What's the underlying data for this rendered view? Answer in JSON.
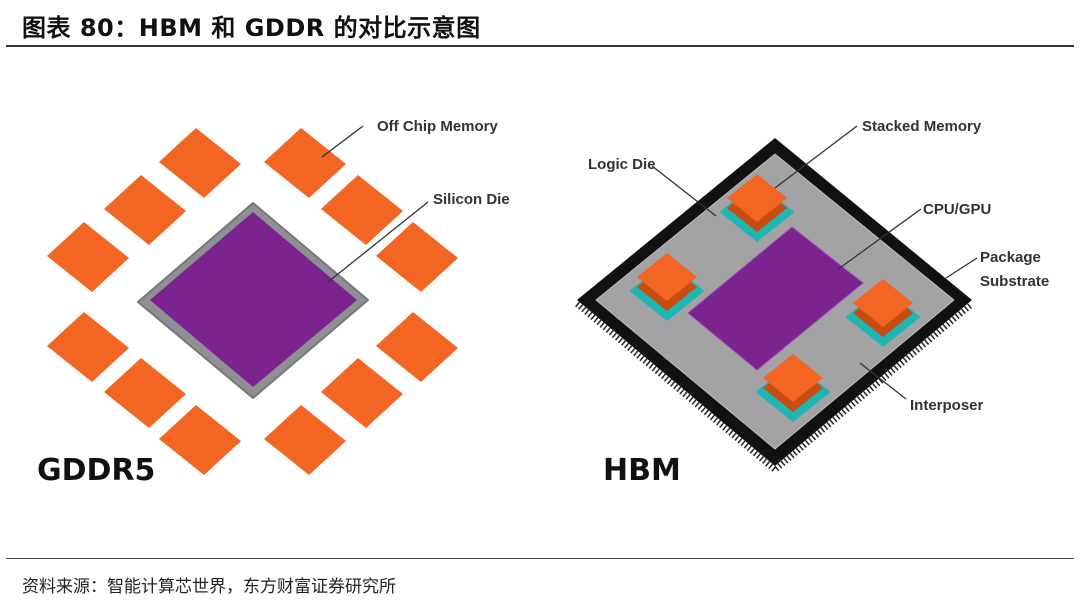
{
  "title": "图表 80：HBM 和 GDDR 的对比示意图",
  "source": "资料来源：智能计算芯世界，东方财富证券研究所",
  "gddr": {
    "name": "GDDR5",
    "labels": {
      "off_chip_memory": "Off Chip Memory",
      "silicon_die": "Silicon Die"
    }
  },
  "hbm": {
    "name": "HBM",
    "labels": {
      "logic_die": "Logic Die",
      "stacked_memory": "Stacked Memory",
      "cpu_gpu": "CPU/GPU",
      "package_line1": "Package",
      "package_line2": "Substrate",
      "interposer": "Interposer"
    }
  },
  "colors": {
    "memory": "#f26522",
    "die": "#7b2490",
    "substrate": "#999999",
    "package": "#111111",
    "logic_die": "#1fb5b0"
  }
}
